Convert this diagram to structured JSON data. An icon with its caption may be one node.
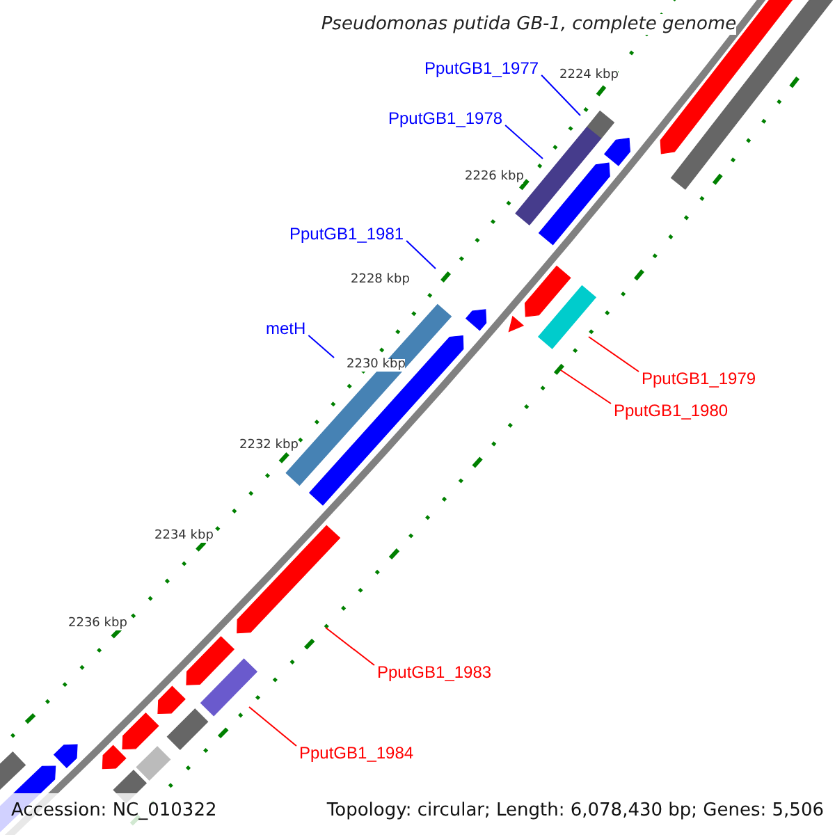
{
  "diagram": {
    "title": "Pseudomonas putida GB-1, complete genome",
    "nodes": [
      {
        "text": [
          "PputGB1_1977"
        ]
      },
      {
        "text": [
          "PputGB1_1978"
        ]
      },
      {
        "text": [
          "PputGB1_1981"
        ]
      },
      {
        "text": [
          "metH"
        ]
      },
      {
        "text": [
          "PputGB1_1979"
        ]
      },
      {
        "text": [
          "PputGB1_1980"
        ]
      },
      {
        "text": [
          "PputGB1_1983"
        ]
      },
      {
        "text": [
          "PputGB1_1984"
        ]
      }
    ],
    "edges": [
      {
        "from": 0,
        "to": null,
        "arrow": "none",
        "color": "#0000ff"
      },
      {
        "from": 1,
        "to": null,
        "arrow": "none",
        "color": "#0000ff"
      },
      {
        "from": 2,
        "to": null,
        "arrow": "none",
        "color": "#0000ff"
      },
      {
        "from": 3,
        "to": null,
        "arrow": "none",
        "color": "#0000ff"
      },
      {
        "from": 4,
        "to": null,
        "arrow": "none",
        "color": "#ff0000"
      },
      {
        "from": 5,
        "to": null,
        "arrow": "none",
        "color": "#ff0000"
      },
      {
        "from": 6,
        "to": null,
        "arrow": "none",
        "color": "#ff0000"
      },
      {
        "from": 7,
        "to": null,
        "arrow": "none",
        "color": "#ff0000"
      }
    ],
    "labels": [
      "2224 kbp",
      "2226 kbp",
      "2228 kbp",
      "2230 kbp",
      "2232 kbp",
      "2234 kbp",
      "2236 kbp",
      "Accession: NC_010322",
      "Topology: circular; Length: 6,078,430 bp; Genes: 5,506"
    ]
  }
}
